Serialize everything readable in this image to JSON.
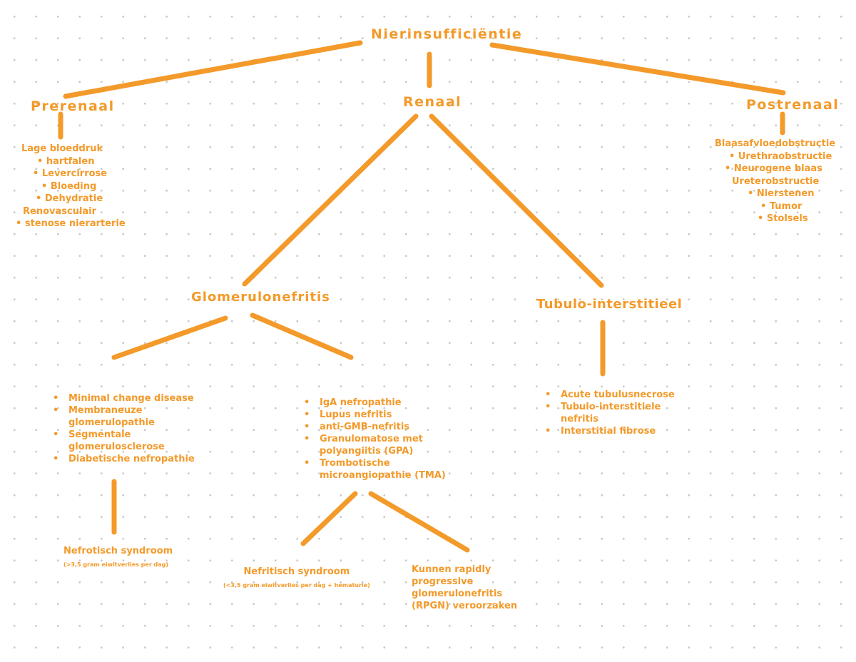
{
  "root": {
    "label": "Nierinsufficiëntie"
  },
  "level1": {
    "prerenal": {
      "label": "Prerenaal",
      "details": [
        {
          "text": "Lage bloeddruk",
          "bullet": false,
          "indent": 0
        },
        {
          "text": "hartfalen",
          "bullet": true,
          "indent": 1
        },
        {
          "text": "Levercirrose",
          "bullet": true,
          "indent": 1
        },
        {
          "text": "Bloeding",
          "bullet": true,
          "indent": 2
        },
        {
          "text": "Dehydratie",
          "bullet": true,
          "indent": 1
        },
        {
          "text": "Renovasculair",
          "bullet": false,
          "indent": 0
        },
        {
          "text": "stenose nierarterie",
          "bullet": true,
          "indent": 0
        }
      ]
    },
    "renal": {
      "label": "Renaal"
    },
    "postrenal": {
      "label": "Postrenaal",
      "details": [
        {
          "text": "Blaasafvloedobstructie",
          "bullet": false,
          "indent": 0
        },
        {
          "text": "Urethraobstructie",
          "bullet": true,
          "indent": 1
        },
        {
          "text": "Neurogene blaas",
          "bullet": true,
          "indent": 1
        },
        {
          "text": "Ureterobstructie",
          "bullet": false,
          "indent": 1
        },
        {
          "text": "Nierstenen",
          "bullet": true,
          "indent": 2
        },
        {
          "text": "Tumor",
          "bullet": true,
          "indent": 3
        },
        {
          "text": "Stolsels",
          "bullet": true,
          "indent": 3
        }
      ]
    }
  },
  "level2": {
    "glomerulo": {
      "label": "Glomerulonefritis"
    },
    "tubulo": {
      "label": "Tubulo-interstitieel"
    }
  },
  "lists": {
    "nephrotic_causes": [
      "Minimal change disease",
      "Membraneuze glomerulopathie",
      "Segmentale glomerulosclerose",
      "Diabetische nefropathie"
    ],
    "nephritic_causes": [
      "IgA nefropathie",
      "Lupus nefritis",
      "anti-GMB-nefritis",
      "Granulomatose met polyangiitis (GPA)",
      "Trombotische microangiopathie (TMA)"
    ],
    "tubulo_causes": [
      "Acute tubulusnecrose",
      "Tubulo-interstitiele nefritis",
      "Interstitial fibrose"
    ]
  },
  "outcomes": {
    "nephrotic": {
      "label": "Nefrotisch syndroom",
      "note": "(>3,5 gram eiwitverlies per dag)"
    },
    "nephritic": {
      "label": "Nefritisch syndroom",
      "note": "(<3,5 gram eiwitverlies per dag + hematurie)"
    },
    "rpgn": {
      "label": "Kunnen rapidly progressive glomerulonefritis (RPGN) veroorzaken"
    }
  },
  "colors": {
    "ink": "#f39a2a",
    "grid_dot": "#c9c9c9",
    "background": "#ffffff"
  }
}
